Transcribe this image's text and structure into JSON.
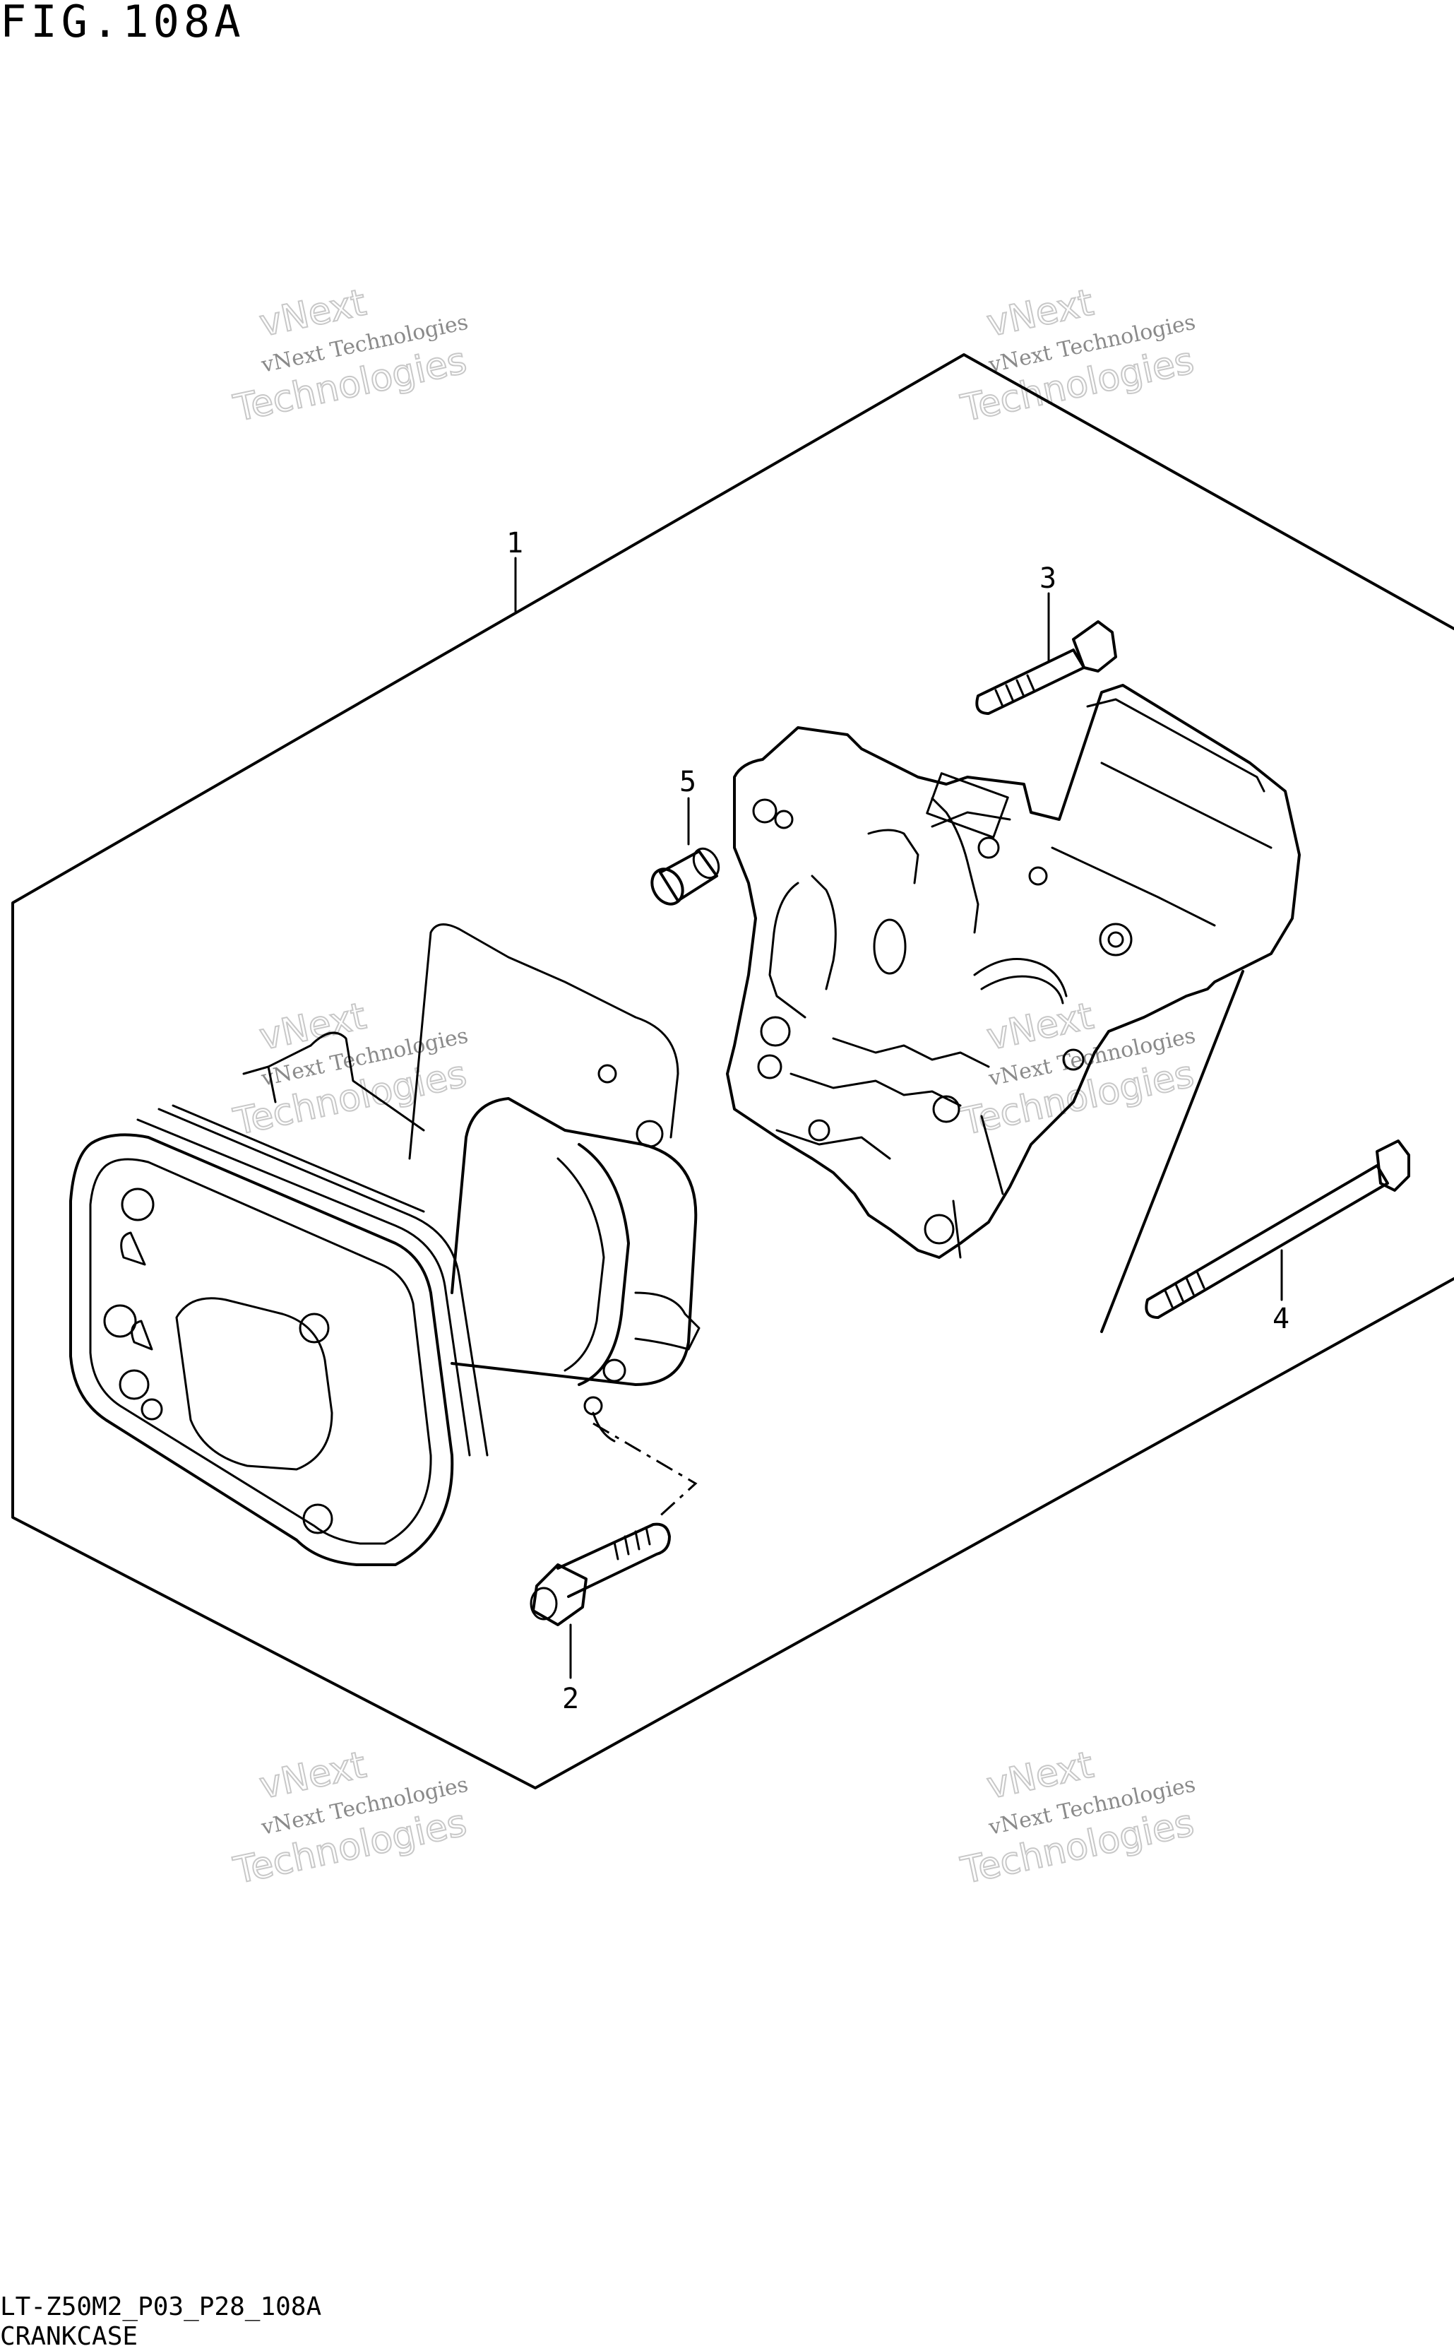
{
  "figure_title": "FIG.108A",
  "footer_code": "LT-Z50M2_P03_P28_108A",
  "footer_name": "CRANKCASE",
  "callouts": [
    "1",
    "2",
    "3",
    "4",
    "5"
  ],
  "watermark": {
    "line1": "vNext",
    "line2": "vNext Technologies",
    "line3": "Technologies"
  }
}
